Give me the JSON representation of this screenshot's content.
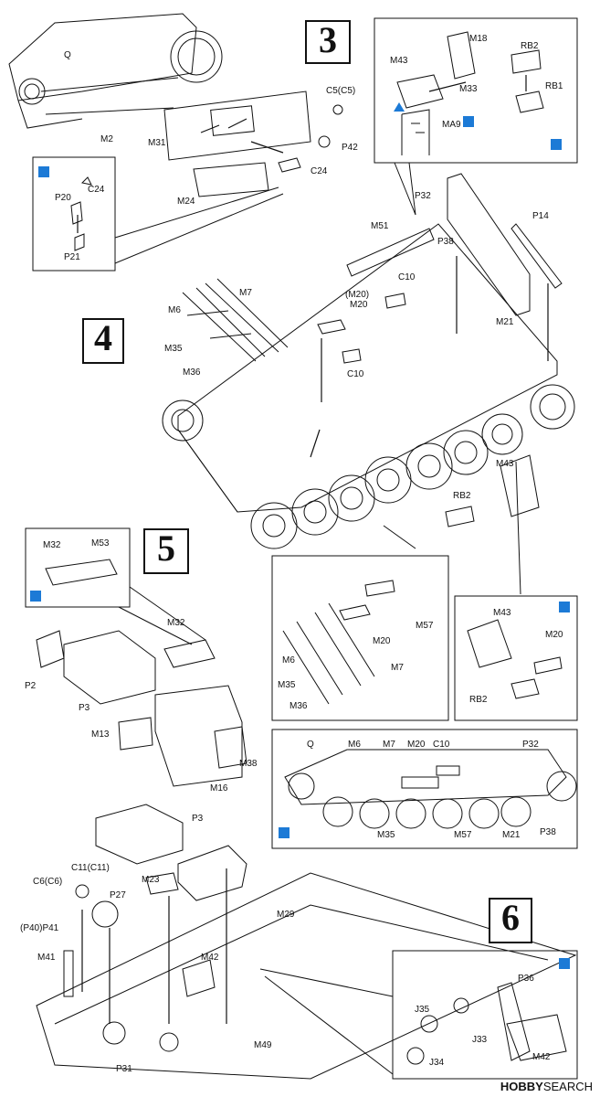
{
  "steps": {
    "s3": "3",
    "s4": "4",
    "s5": "5",
    "s6": "6"
  },
  "watermark": {
    "brand": "HOBBY",
    "suffix": "SEARCH"
  },
  "colors": {
    "accent": "#1c7ad6",
    "line": "#111111"
  },
  "icons": [
    "paint-drop-icon",
    "brush-icon"
  ],
  "labels": {
    "Q1": "Q",
    "M2": "M2",
    "C5": "C5(C5)",
    "M31": "M31",
    "P42": "P42",
    "C24a": "C24",
    "M24": "M24",
    "C24b": "C24",
    "P20a": "P20",
    "P21": "P21",
    "M18": "M18",
    "M43a": "M43",
    "RB2a": "RB2",
    "RB1": "RB1",
    "M33": "M33",
    "MA9": "MA9",
    "P32a": "P32",
    "P14": "P14",
    "M51": "M51",
    "P38a": "P38",
    "C10a": "C10",
    "M20p": "(M20)",
    "M20a": "M20",
    "M6a": "M6",
    "M7a": "M7",
    "M35a": "M35",
    "M36a": "M36",
    "C10b": "C10",
    "M21a": "M21",
    "M43b": "M43",
    "RB2b": "RB2",
    "M32a": "M32",
    "M53": "M53",
    "M32b": "M32",
    "P2": "P2",
    "P3a": "P3",
    "M13": "M13",
    "M38": "M38",
    "M16": "M16",
    "M20b": "M20",
    "M57a": "M57",
    "M6b": "M6",
    "M7b": "M7",
    "M35b": "M35",
    "M36b": "M36",
    "M43c": "M43",
    "M20c": "M20",
    "RB2c": "RB2",
    "Q2": "Q",
    "M6c": "M6",
    "M7c": "M7",
    "M20d": "M20",
    "C10c": "C10",
    "P32b": "P32",
    "M35c": "M35",
    "M57b": "M57",
    "M21b": "M21",
    "P38b": "P38",
    "P3b": "P3",
    "C11": "C11(C11)",
    "C6": "C6(C6)",
    "P27": "P27",
    "M23": "M23",
    "P41": "(P40)P41",
    "M29": "M29",
    "M41": "M41",
    "M42a": "M42",
    "P31": "P31",
    "M49": "M49",
    "P36": "P36",
    "J35": "J35",
    "J33": "J33",
    "J34": "J34",
    "M42b": "M42"
  }
}
